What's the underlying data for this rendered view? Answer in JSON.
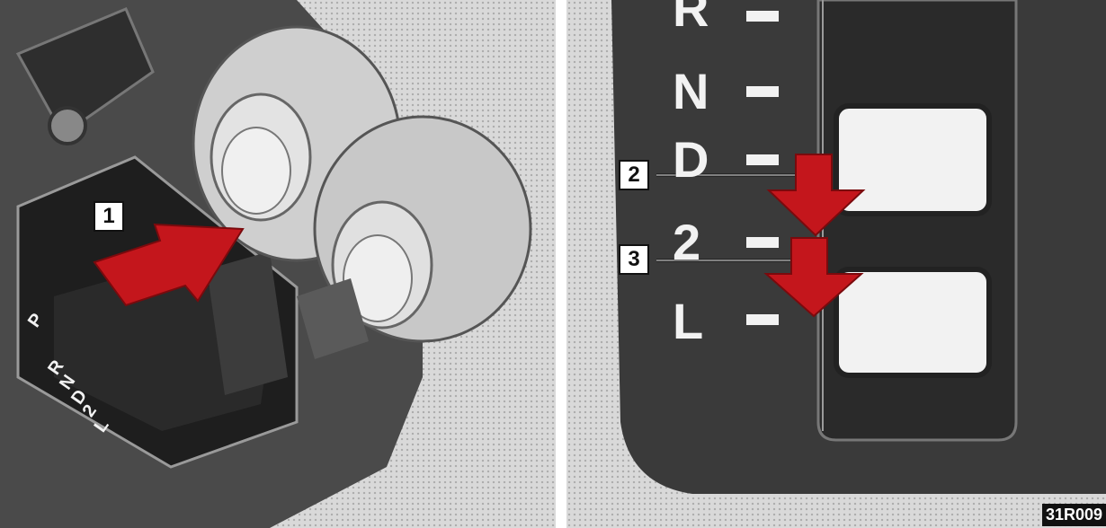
{
  "left_panel": {
    "callout": "1",
    "gate_labels": [
      "P",
      "R",
      "N",
      "D",
      "2",
      "L"
    ]
  },
  "right_panel": {
    "gears": [
      "R",
      "N",
      "D",
      "2",
      "L"
    ],
    "callouts": [
      "2",
      "3"
    ]
  },
  "figure_code": "31R009",
  "colors": {
    "arrow": "#c4161c",
    "console": "#3a3a3a",
    "background": "#d9d9d9"
  }
}
